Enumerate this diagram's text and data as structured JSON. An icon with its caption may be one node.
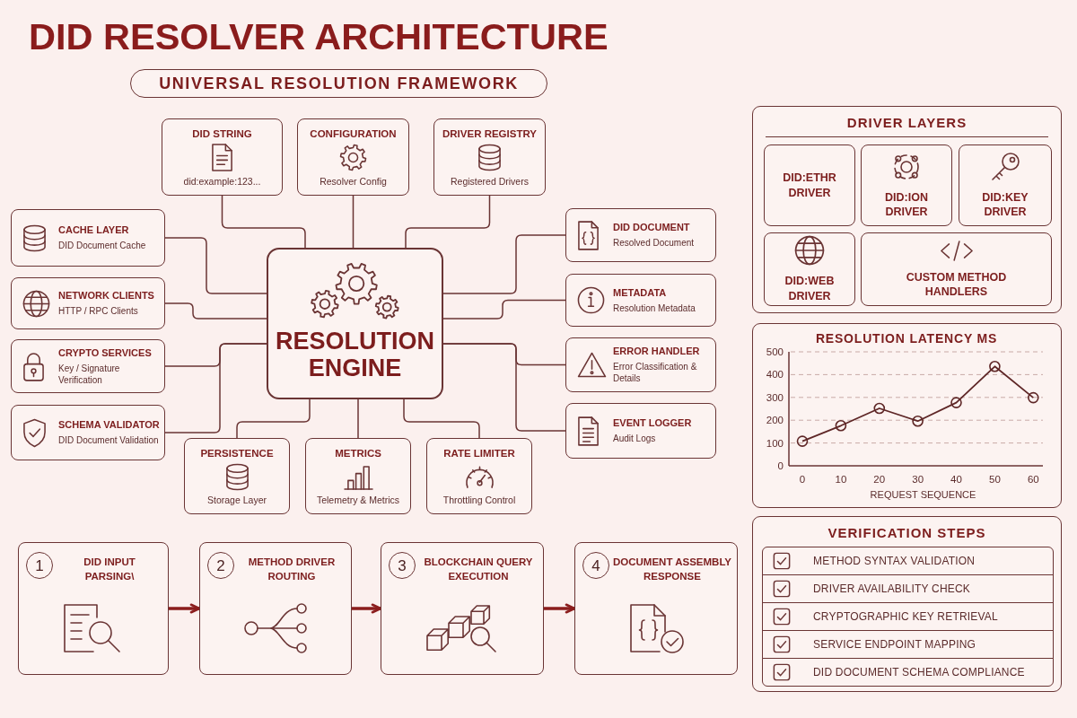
{
  "diagram": {
    "title": "DID RESOLVER ARCHITECTURE",
    "nodes": [
      {
        "text": [
          "UNIVERSAL RESOLUTION FRAMEWORK"
        ]
      },
      {
        "text": [
          "DID STRING",
          "did:example:123..."
        ]
      },
      {
        "text": [
          "CONFIGURATION",
          "Resolver Config"
        ]
      },
      {
        "text": [
          "DRIVER REGISTRY",
          "Registered Drivers"
        ]
      },
      {
        "text": [
          "CACHE LAYER",
          "DID Document Cache"
        ]
      },
      {
        "text": [
          "NETWORK CLIENTS",
          "HTTP / RPC Clients"
        ]
      },
      {
        "text": [
          "CRYPTO SERVICES",
          "Key / Signature Verification"
        ]
      },
      {
        "text": [
          "SCHEMA VALIDATOR",
          "DID Document Validation"
        ]
      },
      {
        "text": [
          "RESOLUTION ENGINE"
        ]
      },
      {
        "text": [
          "DID DOCUMENT",
          "Resolved Document"
        ]
      },
      {
        "text": [
          "METADATA",
          "Resolution Metadata"
        ]
      },
      {
        "text": [
          "ERROR HANDLER",
          "Error Classification & Details"
        ]
      },
      {
        "text": [
          "EVENT LOGGER",
          "Audit Logs"
        ]
      },
      {
        "text": [
          "PERSISTENCE",
          "Storage Layer"
        ]
      },
      {
        "text": [
          "METRICS",
          "Telemetry & Metrics"
        ]
      },
      {
        "text": [
          "RATE LIMITER",
          "Throttling Control"
        ]
      },
      {
        "text": [
          "DID INPUT PARSING\\"
        ]
      },
      {
        "text": [
          "1"
        ],
        "in": 16
      },
      {
        "text": [
          "METHOD DRIVER ROUTING"
        ]
      },
      {
        "text": [
          "2"
        ],
        "in": 18
      },
      {
        "text": [
          "BLOCKCHAIN QUERY EXECUTION"
        ]
      },
      {
        "text": [
          "3"
        ],
        "in": 20
      },
      {
        "text": [
          "DOCUMENT ASSEMBLY RESPONSE"
        ]
      },
      {
        "text": [
          "4"
        ],
        "in": 22
      },
      {
        "text": [
          "DRIVER LAYERS"
        ]
      },
      {
        "text": [
          "DID:ETHR DRIVER"
        ],
        "in": 24
      },
      {
        "text": [
          "DID:ION DRIVER"
        ],
        "in": 24
      },
      {
        "text": [
          "DID:KEY DRIVER"
        ],
        "in": 24
      },
      {
        "text": [
          "DID:WEB DRIVER"
        ],
        "in": 24
      },
      {
        "text": [
          "CUSTOM METHOD HANDLERS"
        ],
        "in": 24
      },
      {
        "text": [
          "VERIFICATION STEPS"
        ]
      },
      {
        "text": [
          "METHOD SYNTAX VALIDATION"
        ],
        "in": 30
      },
      {
        "text": [
          "DRIVER AVAILABILITY CHECK"
        ],
        "in": 30
      },
      {
        "text": [
          "CRYPTOGRAPHIC KEY RETRIEVAL"
        ],
        "in": 30
      },
      {
        "text": [
          "SERVICE ENDPOINT MAPPING"
        ],
        "in": 30
      },
      {
        "text": [
          "DID DOCUMENT SCHEMA COMPLIANCE"
        ],
        "in": 30
      }
    ],
    "edges": [
      {
        "from": 1,
        "to": 8,
        "arrow": "none"
      },
      {
        "from": 2,
        "to": 8,
        "arrow": "none"
      },
      {
        "from": 3,
        "to": 8,
        "arrow": "none"
      },
      {
        "from": 4,
        "to": 8,
        "arrow": "none"
      },
      {
        "from": 5,
        "to": 8,
        "arrow": "none"
      },
      {
        "from": 6,
        "to": 8,
        "arrow": "none"
      },
      {
        "from": 7,
        "to": 8,
        "arrow": "none"
      },
      {
        "from": 9,
        "to": 8,
        "arrow": "none"
      },
      {
        "from": 10,
        "to": 8,
        "arrow": "none"
      },
      {
        "from": 11,
        "to": 8,
        "arrow": "none"
      },
      {
        "from": 12,
        "to": 8,
        "arrow": "none"
      },
      {
        "from": 13,
        "to": 8,
        "arrow": "none"
      },
      {
        "from": 14,
        "to": 8,
        "arrow": "none"
      },
      {
        "from": 15,
        "to": 8,
        "arrow": "none"
      },
      {
        "from": 16,
        "to": 18,
        "arrow": "to",
        "style": "thick",
        "color": "#8b1d1d"
      },
      {
        "from": 18,
        "to": 20,
        "arrow": "to",
        "style": "thick",
        "color": "#8b1d1d"
      },
      {
        "from": 20,
        "to": 22,
        "arrow": "to",
        "style": "thick",
        "color": "#8b1d1d"
      }
    ],
    "chart_data": {
      "type": "line",
      "title": "RESOLUTION LATENCY MS",
      "xlabel": "REQUEST SEQUENCE",
      "x": [
        0,
        10,
        20,
        30,
        40,
        50,
        60
      ],
      "series": [
        {
          "color": "#5e2626",
          "marker": "circle",
          "values": [
            108,
            176,
            252,
            196,
            277,
            436,
            299
          ]
        }
      ],
      "xlim": [
        -3.5,
        62.5
      ],
      "ylim": [
        0,
        500
      ],
      "xticks": [
        0,
        10,
        20,
        30,
        40,
        50,
        60
      ],
      "yticks": [
        0,
        100,
        200,
        300,
        400,
        500
      ],
      "grid": true
    }
  }
}
